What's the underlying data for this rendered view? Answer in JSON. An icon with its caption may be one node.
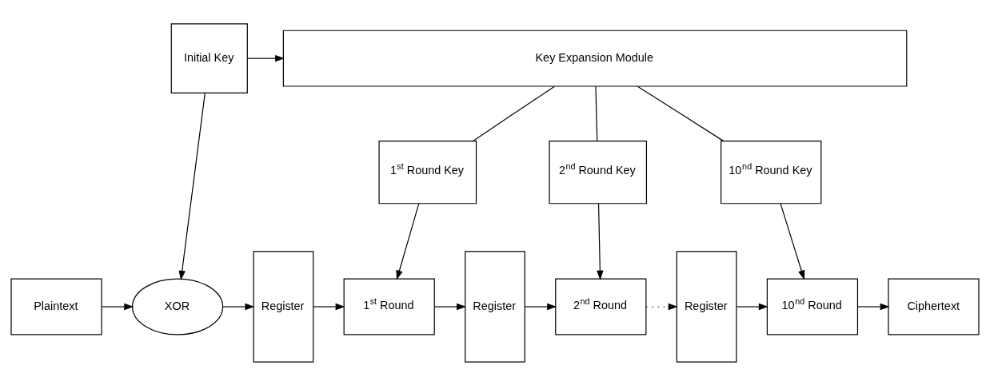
{
  "diagram": {
    "nodes": [
      {
        "text": [
          "Initial Key"
        ]
      },
      {
        "text": [
          "Key Expansion Module"
        ]
      },
      {
        "text": [
          "1$^{st}$ Round Key"
        ]
      },
      {
        "text": [
          "2$^{nd}$ Round Key"
        ]
      },
      {
        "text": [
          "10$^{nd}$ Round Key"
        ]
      },
      {
        "text": [
          "Plaintext"
        ]
      },
      {
        "text": [
          "XOR"
        ]
      },
      {
        "text": [
          "Register"
        ]
      },
      {
        "text": [
          "1$^{st}$ Round"
        ]
      },
      {
        "text": [
          "Register"
        ]
      },
      {
        "text": [
          "2$^{nd}$ Round"
        ]
      },
      {
        "text": [
          "Register"
        ]
      },
      {
        "text": [
          "10$^{nd}$ Round"
        ]
      },
      {
        "text": [
          "Ciphertext"
        ]
      }
    ],
    "edges": [
      {
        "from": 0,
        "to": 1,
        "arrow": "to"
      },
      {
        "from": 0,
        "to": 6,
        "arrow": "to"
      },
      {
        "from": 1,
        "to": 2,
        "arrow": "none"
      },
      {
        "from": 1,
        "to": 3,
        "arrow": "none"
      },
      {
        "from": 1,
        "to": 4,
        "arrow": "none"
      },
      {
        "from": 2,
        "to": 8,
        "arrow": "to"
      },
      {
        "from": 3,
        "to": 10,
        "arrow": "to"
      },
      {
        "from": 4,
        "to": 12,
        "arrow": "to"
      },
      {
        "from": 5,
        "to": 6,
        "arrow": "to"
      },
      {
        "from": 6,
        "to": 7,
        "arrow": "to"
      },
      {
        "from": 7,
        "to": 8,
        "arrow": "to"
      },
      {
        "from": 8,
        "to": 9,
        "arrow": "to"
      },
      {
        "from": 9,
        "to": 10,
        "arrow": "to"
      },
      {
        "from": 10,
        "to": 11,
        "arrow": "to",
        "style": "dashed"
      },
      {
        "from": 11,
        "to": 12,
        "arrow": "to"
      },
      {
        "from": 12,
        "to": 13,
        "arrow": "to"
      }
    ]
  }
}
